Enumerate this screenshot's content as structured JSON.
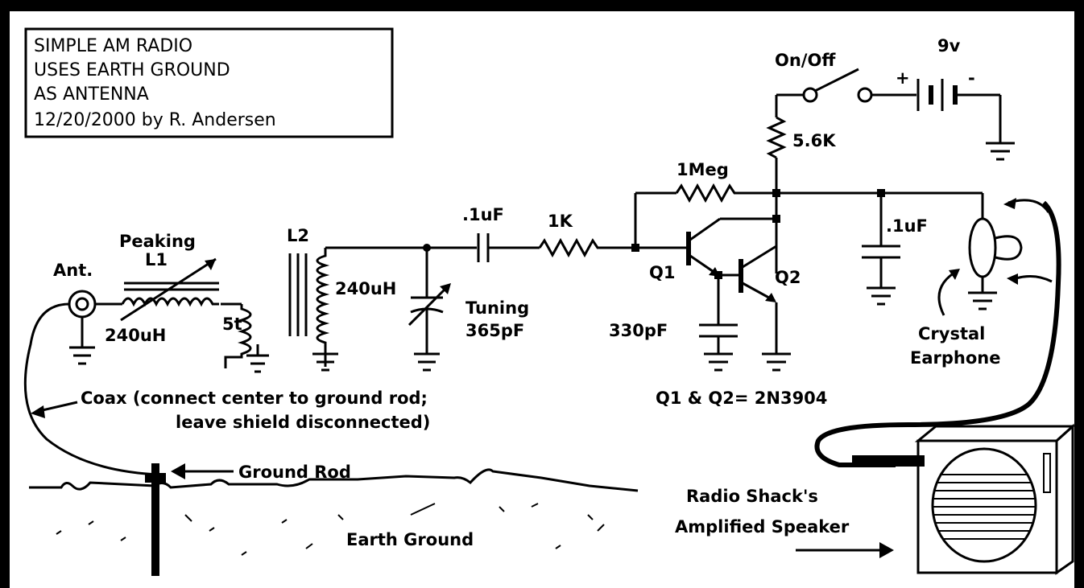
{
  "title_box": {
    "line1": "SIMPLE AM RADIO",
    "line2": "USES EARTH GROUND",
    "line3": "AS ANTENNA",
    "line4": "12/20/2000 by R. Andersen"
  },
  "labels": {
    "on_off": "On/Off",
    "battery": "9v",
    "battery_plus": "+",
    "battery_minus": "-",
    "r_5k6": "5.6K",
    "r_1meg": "1Meg",
    "c_01_left": ".1uF",
    "r_1k": "1K",
    "l2": "L2",
    "peaking": "Peaking",
    "l1": "L1",
    "ant": "Ant.",
    "l1_value": "240uH",
    "l2_value": "240uH",
    "turns": "5t",
    "tuning": "Tuning",
    "tuning_value": "365pF",
    "q1": "Q1",
    "q2": "Q2",
    "c_330": "330pF",
    "c_01_right": ".1uF",
    "crystal": "Crystal",
    "earphone": "Earphone",
    "transistors": "Q1 & Q2= 2N3904",
    "coax_line1": "Coax  (connect center to ground rod;",
    "coax_line2": "leave shield disconnected)",
    "ground_rod": "Ground Rod",
    "earth_ground": "Earth Ground",
    "speaker_line1": "Radio Shack's",
    "speaker_line2": "Amplified Speaker"
  }
}
